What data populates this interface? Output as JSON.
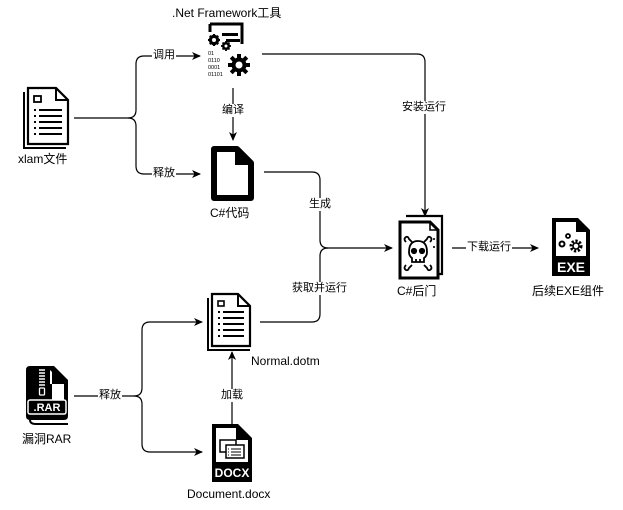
{
  "diagram": {
    "colors": {
      "stroke": "#000000",
      "background": "#ffffff"
    },
    "nodes": [
      {
        "id": "dotnet",
        "label": ".Net Framework工具",
        "icon": "dotnet-tool-icon",
        "binary_text": [
          "01",
          "0110",
          "0001",
          "01101"
        ]
      },
      {
        "id": "xlam",
        "label": "xlam文件",
        "icon": "document-icon"
      },
      {
        "id": "csharp_code",
        "label": "C#代码",
        "icon": "file-icon"
      },
      {
        "id": "backdoor",
        "label": "C#后门",
        "icon": "skull-file-icon"
      },
      {
        "id": "exe",
        "label": "后续EXE组件",
        "icon": "exe-file-icon",
        "badge": "EXE"
      },
      {
        "id": "normal",
        "label": "Normal.dotm",
        "icon": "document-icon"
      },
      {
        "id": "rar",
        "label": "漏洞RAR",
        "icon": "rar-file-icon",
        "badge": ".RAR"
      },
      {
        "id": "docx",
        "label": "Document.docx",
        "icon": "docx-file-icon",
        "badge": "DOCX"
      }
    ],
    "edges": [
      {
        "from": "xlam",
        "to": "dotnet",
        "label": "调用"
      },
      {
        "from": "xlam",
        "to": "csharp_code",
        "label": "释放"
      },
      {
        "from": "dotnet",
        "to": "csharp_code",
        "label": "编译"
      },
      {
        "from": "dotnet",
        "to": "backdoor",
        "label": "安装运行"
      },
      {
        "from": "csharp_code",
        "to": "backdoor",
        "label": "生成"
      },
      {
        "from": "normal",
        "to": "backdoor",
        "label": "获取并运行"
      },
      {
        "from": "backdoor",
        "to": "exe",
        "label": "下载运行"
      },
      {
        "from": "rar",
        "to": "normal",
        "label": "释放"
      },
      {
        "from": "rar",
        "to": "docx",
        "label": "释放"
      },
      {
        "from": "docx",
        "to": "normal",
        "label": "加载"
      }
    ]
  }
}
